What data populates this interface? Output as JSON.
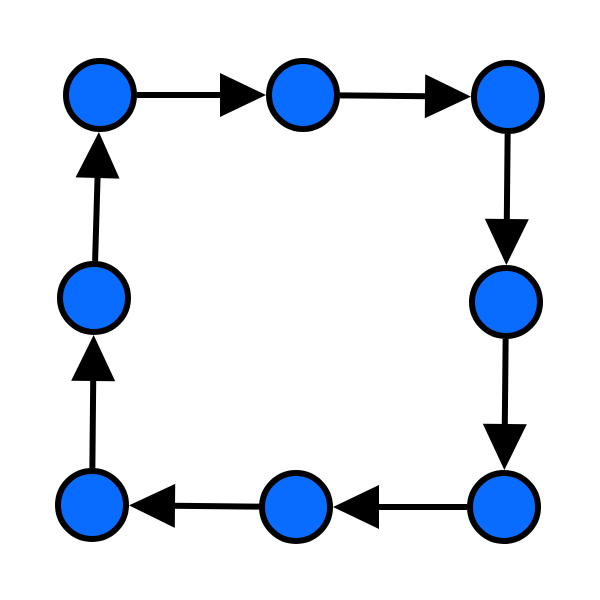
{
  "diagram": {
    "kind": "directed-cycle",
    "node_count": 8,
    "edge_count": 8,
    "colors": {
      "node_fill": "#0a6bff",
      "node_stroke": "#000000",
      "edge": "#000000",
      "background": "#ffffff"
    }
  }
}
